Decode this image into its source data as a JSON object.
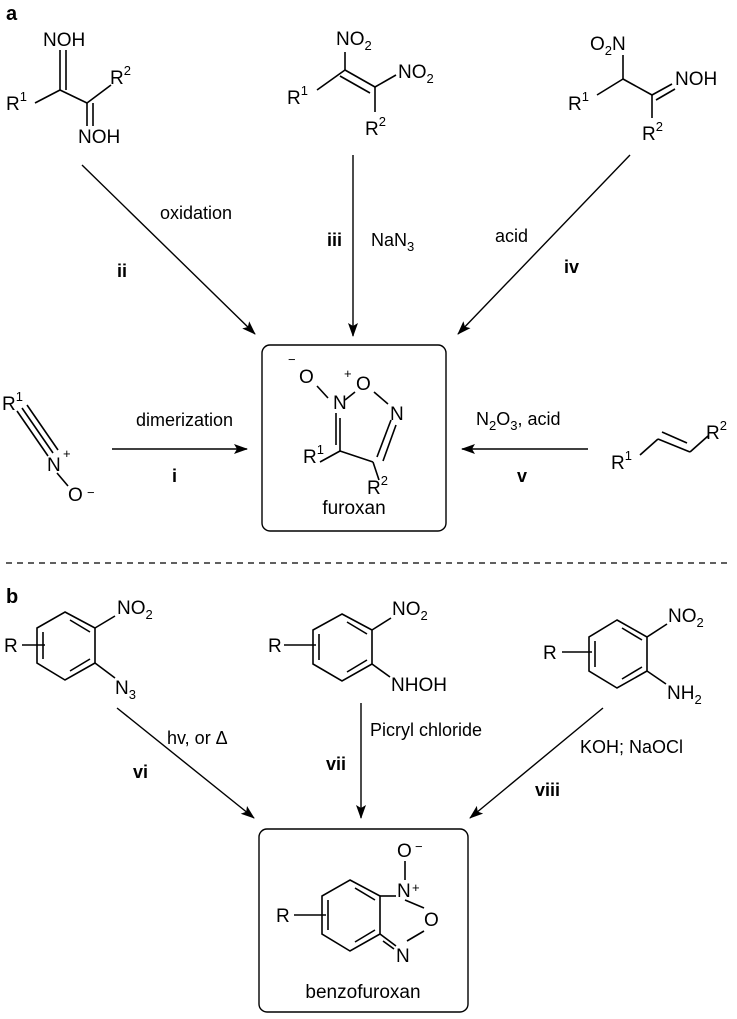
{
  "panels": {
    "a": "a",
    "b": "b"
  },
  "atoms": {
    "noh": "NOH",
    "no": "NO",
    "o2n": "O",
    "n": "N",
    "nhoh": "NHOH",
    "nh": "NH",
    "r": "R",
    "o": "O",
    "ominus": "O",
    "nplus": "N"
  },
  "subs": {
    "two": "2",
    "three": "3",
    "one": "1"
  },
  "charges": {
    "plus": "+",
    "minus": "−"
  },
  "reagents": {
    "ii": "oxidation",
    "iii_pre": "NaN",
    "iv": "acid",
    "i": "dimerization",
    "v_pre": "N",
    "v_mid": "O",
    "v_post": ", acid",
    "vi": "hv, or Δ",
    "vii": "Picryl chloride",
    "viii": "KOH; NaOCl"
  },
  "roman": {
    "i": "i",
    "ii": "ii",
    "iii": "iii",
    "iv": "iv",
    "v": "v",
    "vi": "vi",
    "vii": "vii",
    "viii": "viii"
  },
  "products": {
    "furoxan": "furoxan",
    "benzofuroxan": "benzofuroxan"
  }
}
